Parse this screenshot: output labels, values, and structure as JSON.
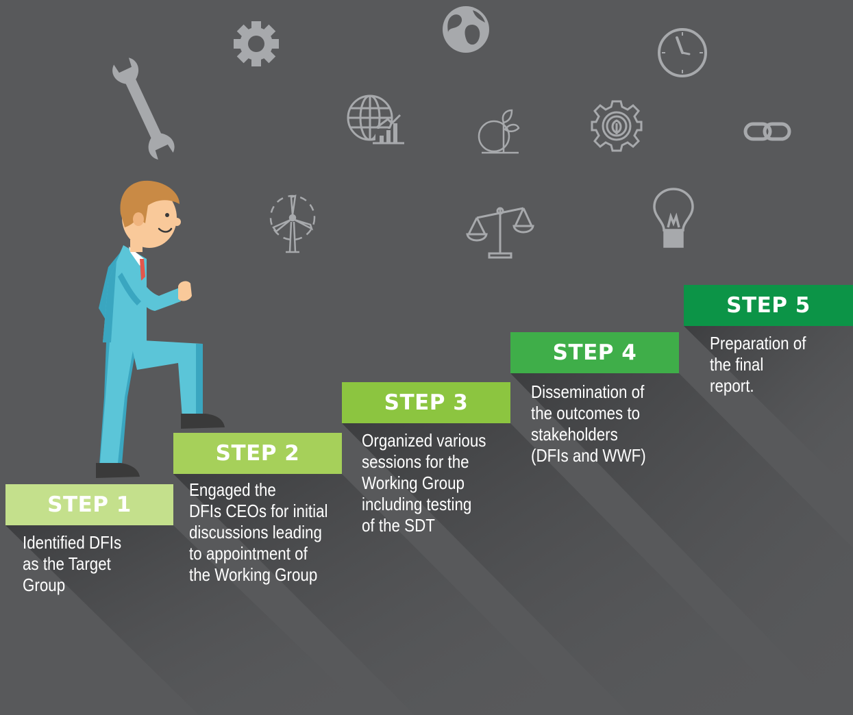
{
  "steps": [
    {
      "title": "STEP 1",
      "color": "#c4e08c",
      "lines": [
        "Identified DFIs",
        "as the Target",
        "Group"
      ]
    },
    {
      "title": "STEP 2",
      "color": "#a6d05a",
      "lines": [
        "Engaged the",
        "DFIs CEOs for initial",
        "discussions leading",
        "to appointment of",
        "the Working Group"
      ]
    },
    {
      "title": "STEP 3",
      "color": "#8cc540",
      "lines": [
        "Organized various",
        "sessions for the",
        "Working Group",
        "including testing",
        "of the SDT"
      ]
    },
    {
      "title": "STEP 4",
      "color": "#3fae49",
      "lines": [
        "Dissemination of",
        "the outcomes to",
        "stakeholders",
        "(DFIs and WWF)"
      ]
    },
    {
      "title": "STEP 5",
      "color": "#0c9447",
      "lines": [
        "Preparation of",
        "the final",
        "report."
      ]
    }
  ],
  "colors": {
    "background": "#58595b",
    "icon": "#a7a9ac",
    "shadow": "#3f4042",
    "suit": "#5bc5d8",
    "suit_dark": "#3aa6c0",
    "skin": "#f9c99a",
    "hair": "#c98a45",
    "shoe": "#3a3a3a"
  },
  "icons": [
    "wrench-icon",
    "gear-icon",
    "globe-icon",
    "globe-chart-icon",
    "earth-plant-icon",
    "eco-gear-icon",
    "clock-icon",
    "link-icon",
    "wind-turbine-icon",
    "scales-icon",
    "lightbulb-icon"
  ]
}
